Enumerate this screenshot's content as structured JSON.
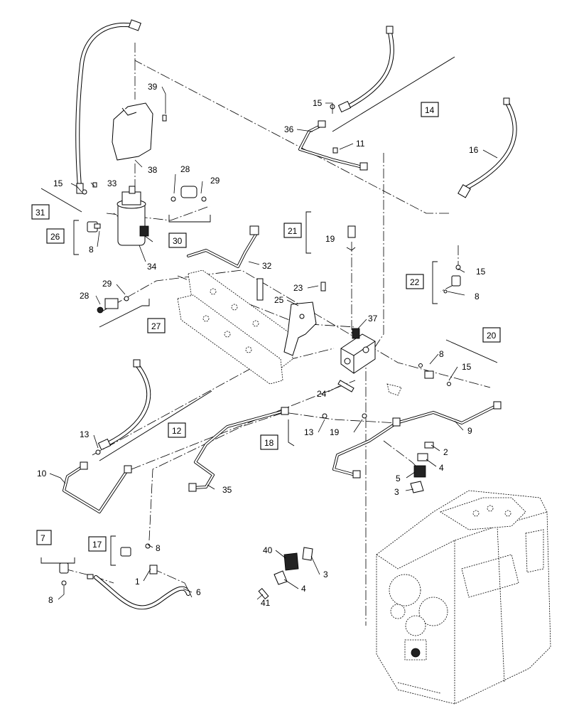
{
  "callouts": {
    "c1": "1",
    "c2": "2",
    "c3a": "3",
    "c3b": "3",
    "c4a": "4",
    "c4b": "4",
    "c5": "5",
    "c6": "6",
    "c7": "7",
    "c8a": "8",
    "c8b": "8",
    "c8c": "8",
    "c8d": "8",
    "c8e": "8",
    "c9": "9",
    "c10": "10",
    "c11": "11",
    "c12": "12",
    "c13a": "13",
    "c13b": "13",
    "c14": "14",
    "c15a": "15",
    "c15b": "15",
    "c15c": "15",
    "c15d": "15",
    "c16": "16",
    "c17": "17",
    "c18": "18",
    "c19a": "19",
    "c19b": "19",
    "c20": "20",
    "c21": "21",
    "c22": "22",
    "c23": "23",
    "c24": "24",
    "c25": "25",
    "c26": "26",
    "c27": "27",
    "c28a": "28",
    "c28b": "28",
    "c29a": "29",
    "c29b": "29",
    "c30": "30",
    "c31": "31",
    "c32": "32",
    "c33": "33",
    "c34": "34",
    "c35": "35",
    "c36": "36",
    "c37": "37",
    "c38": "38",
    "c39": "39",
    "c40": "40",
    "c41": "41"
  },
  "colors": {
    "line": "#000000",
    "background": "#ffffff"
  }
}
